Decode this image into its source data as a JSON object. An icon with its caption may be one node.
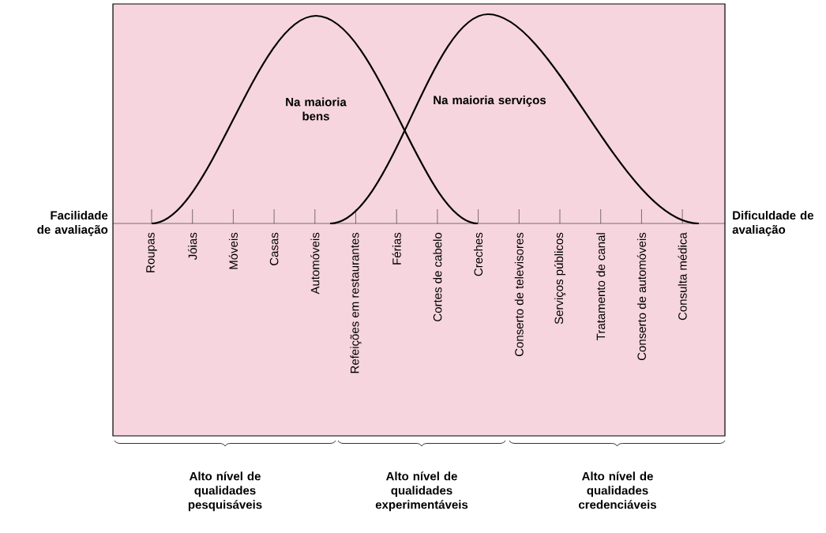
{
  "diagram": {
    "labels": [
      "Na maioria bens",
      "Na maioria serviços",
      "Facilidade de avaliação",
      "Dificuldade de avaliação",
      "Roupas",
      "Jóias",
      "Móveis",
      "Casas",
      "Automóveis",
      "Refeições em restaurantes",
      "Férias",
      "Cortes de cabelo",
      "Creches",
      "Conserto de televisores",
      "Serviços públicos",
      "Tratamento de canal",
      "Conserto de automóveis",
      "Consulta médica",
      "Alto nível de qualidades pesquisáveis",
      "Alto nível de qualidades experimentáveis",
      "Alto nível de qualidades credenciáveis"
    ]
  }
}
